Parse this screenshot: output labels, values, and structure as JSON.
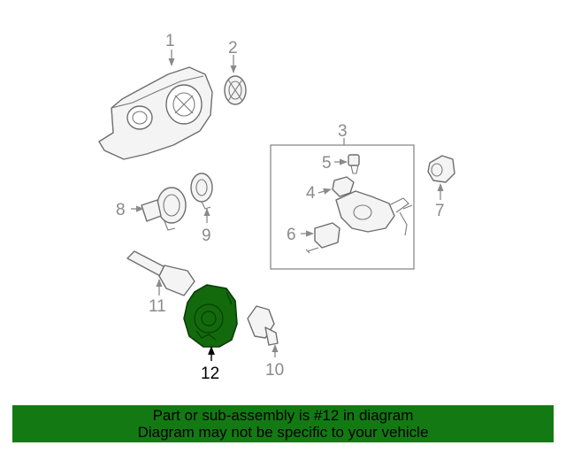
{
  "diagram": {
    "callouts": {
      "c1": "1",
      "c2": "2",
      "c3": "3",
      "c4": "4",
      "c5": "5",
      "c6": "6",
      "c7": "7",
      "c8": "8",
      "c9": "9",
      "c10": "10",
      "c11": "11",
      "c12": "12"
    },
    "highlight_color": "#136a0c",
    "highlighted_part": "12"
  },
  "banner": {
    "line1": "Part or sub-assembly is #12 in diagram",
    "line2": "Diagram may not be specific to your vehicle",
    "background": "#137a13"
  }
}
